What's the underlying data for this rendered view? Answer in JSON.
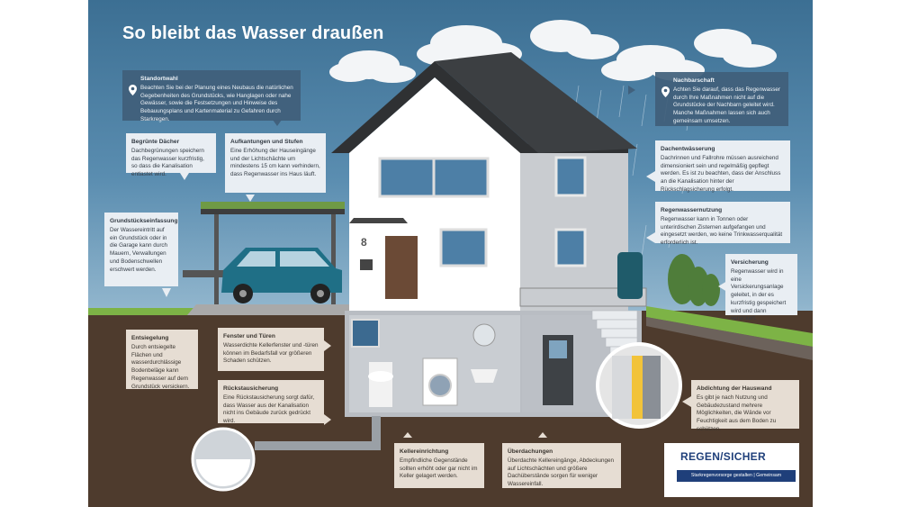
{
  "title": "So bleibt das Wasser draußen",
  "house_number": "8",
  "boxes": {
    "standortwahl": {
      "title": "Standortwahl",
      "text": "Beachten Sie bei der Planung eines Neubaus die natürlichen Gegebenheiten des Grundstücks, wie Hanglagen oder nahe Gewässer, sowie die Festsetzungen und Hinweise des Bebauungsplans und Kartenmaterial zu Gefahren durch Starkregen."
    },
    "nachbarschaft": {
      "title": "Nachbarschaft",
      "text": "Achten Sie darauf, dass das Regenwasser durch Ihre Maßnahmen nicht auf die Grundstücke der Nachbarn geleitet wird. Manche Maßnahmen lassen sich auch gemeinsam umsetzen."
    },
    "begruente_daecher": {
      "title": "Begrünte Dächer",
      "text": "Dachbegrünungen speichern das Regenwasser kurzfristig, so dass die Kanalisation entlastet wird."
    },
    "aufkantungen": {
      "title": "Aufkantungen und Stufen",
      "text": "Eine Erhöhung der Hauseingänge und der Lichtschächte um mindestens 15 cm kann verhindern, dass Regenwasser ins Haus läuft."
    },
    "dachentwaesserung": {
      "title": "Dachentwässerung",
      "text": "Dachrinnen und Fallrohre müssen ausreichend dimensioniert sein und regelmäßig gepflegt werden. Es ist zu beachten, dass der Anschluss an die Kanalisation hinter der Rückschlagsicherung erfolgt."
    },
    "grundstueckseinfassung": {
      "title": "Grundstückseinfassung",
      "text": "Der Wassereintritt auf ein Grundstück oder in die Garage kann durch Mauern, Verwallungen und Bodenschwellen erschwert werden."
    },
    "regenwassernutzung": {
      "title": "Regenwassernutzung",
      "text": "Regenwasser kann in Tonnen oder unterirdischen Zisternen aufgefangen und eingesetzt werden, wo keine Trinkwasserqualität erforderlich ist."
    },
    "versicherung": {
      "title": "Versicherung",
      "text": "Regenwasser wird in eine Versickerungsanlage geleitet, in der es kurzfristig gespeichert wird und dann versickert."
    },
    "entsiegelung": {
      "title": "Entsiegelung",
      "text": "Durch entsiegelte Flächen und wasserdurchlässige Bodenbeläge kann Regenwasser auf dem Grundstück versickern."
    },
    "fenster": {
      "title": "Fenster und Türen",
      "text": "Wasserdichte Kellerfenster und -türen können im Bedarfsfall vor größeren Schaden schützen."
    },
    "rueckstau": {
      "title": "Rückstausicherung",
      "text": "Eine Rückstausicherung sorgt dafür, dass Wasser aus der Kanalisation nicht ins Gebäude zurück gedrückt wird."
    },
    "abdichtung": {
      "title": "Abdichtung der Hauswand",
      "text": "Es gibt je nach Nutzung und Gebäudezustand mehrere Möglichkeiten, die Wände vor Feuchtigkeit aus dem Boden zu schützen."
    },
    "kellereinrichtung": {
      "title": "Kellereinrichtung",
      "text": "Empfindliche Gegenstände sollten erhöht oder gar nicht im Keller gelagert werden."
    },
    "ueberdachungen": {
      "title": "Überdachungen",
      "text": "Überdachte Kellereingänge, Abdeckungen auf Lichtschächten und größere Dachüberstände sorgen für weniger Wassereinfall."
    }
  },
  "logo": {
    "name": "REGEN/SICHER",
    "slogan": "Starkregenvorsorge gestalten | Gemeinsam"
  },
  "colors": {
    "sky": "#4a7fa3",
    "box_blue": "#405e7a",
    "box_light": "#e9eef3",
    "box_tan": "#e6ddd3",
    "soil": "#4e3b2d",
    "grass": "#7db346",
    "logo_blue": "#1f3f7a"
  }
}
